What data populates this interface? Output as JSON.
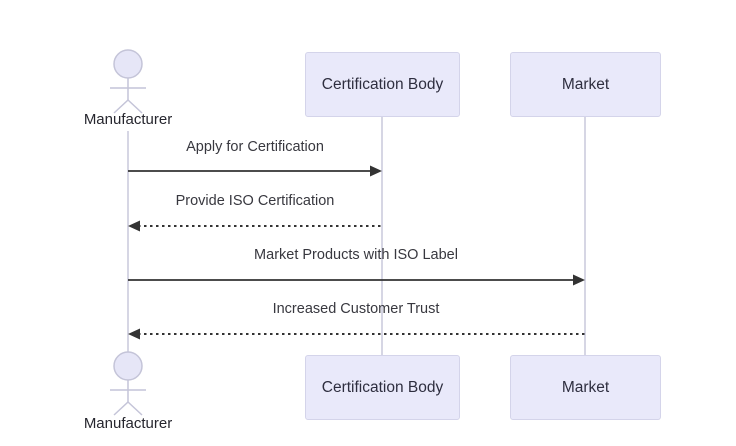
{
  "diagram": {
    "type": "sequence-diagram",
    "background": "#ffffff",
    "actor": {
      "label": "Manufacturer",
      "kind": "actor"
    },
    "participants": [
      {
        "label": "Certification Body"
      },
      {
        "label": "Market"
      }
    ],
    "messages": [
      {
        "from": "Manufacturer",
        "to": "Certification Body",
        "label": "Apply for Certification",
        "line": "solid",
        "direction": "right"
      },
      {
        "from": "Certification Body",
        "to": "Manufacturer",
        "label": "Provide ISO Certification",
        "line": "dotted",
        "direction": "left"
      },
      {
        "from": "Manufacturer",
        "to": "Market",
        "label": "Market Products with ISO Label",
        "line": "solid",
        "direction": "right"
      },
      {
        "from": "Market",
        "to": "Manufacturer",
        "label": "Increased Customer Trust",
        "line": "dotted",
        "direction": "left"
      }
    ],
    "colors": {
      "participant_fill": "#e9e9fa",
      "participant_border": "#d4d4ea",
      "lifeline": "#c9c9dc",
      "actor_stroke": "#c4c4d8",
      "actor_head_fill": "#e6e6f7",
      "message_line": "#333333",
      "text": "#2e2e3f"
    }
  }
}
